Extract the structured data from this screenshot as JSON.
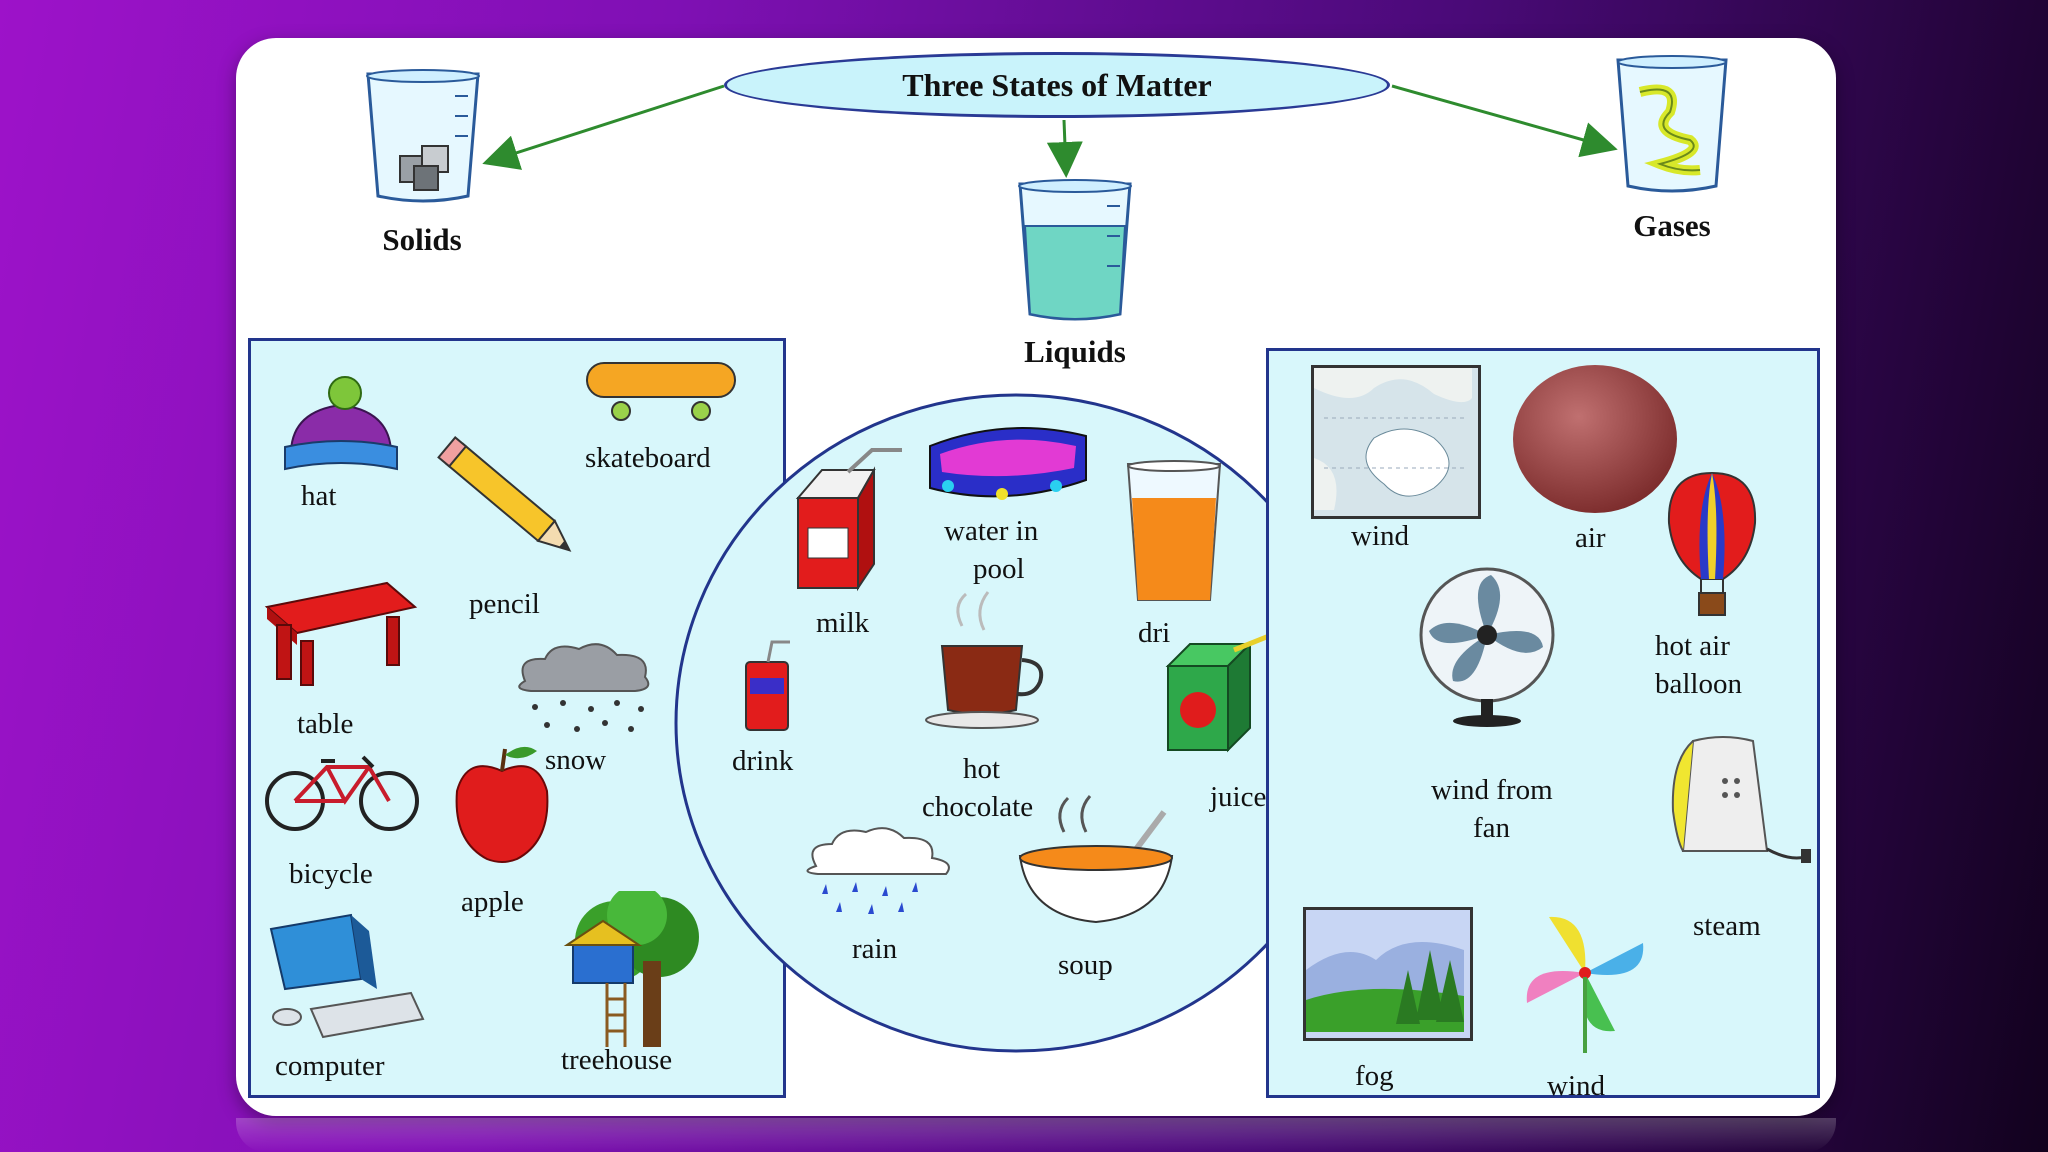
{
  "title": "Three States of Matter",
  "states": {
    "solids": "Solids",
    "liquids": "Liquids",
    "gases": "Gases"
  },
  "solids_items": {
    "hat": "hat",
    "skateboard": "skateboard",
    "pencil": "pencil",
    "table": "table",
    "snow": "snow",
    "bicycle": "bicycle",
    "apple": "apple",
    "computer": "computer",
    "treehouse": "treehouse"
  },
  "liquids_items": {
    "milk": "milk",
    "water_in_pool_1": "water in",
    "water_in_pool_2": "pool",
    "drink_glass": "dri",
    "drink_can": "drink",
    "hot_chocolate_1": "hot",
    "hot_chocolate_2": "chocolate",
    "juice": "juice",
    "rain": "rain",
    "soup": "soup"
  },
  "gases_items": {
    "wind_map": "wind",
    "air": "air",
    "balloon_1": "hot air",
    "balloon_2": "balloon",
    "fan_1": "wind from",
    "fan_2": "fan",
    "steam": "steam",
    "fog": "fog",
    "wind_pinwheel": "wind"
  },
  "colors": {
    "panel_fill": "#d8f7fb",
    "panel_border": "#22358c",
    "arrow": "#2e8b2e",
    "oval_fill": "#c9f3fb"
  }
}
